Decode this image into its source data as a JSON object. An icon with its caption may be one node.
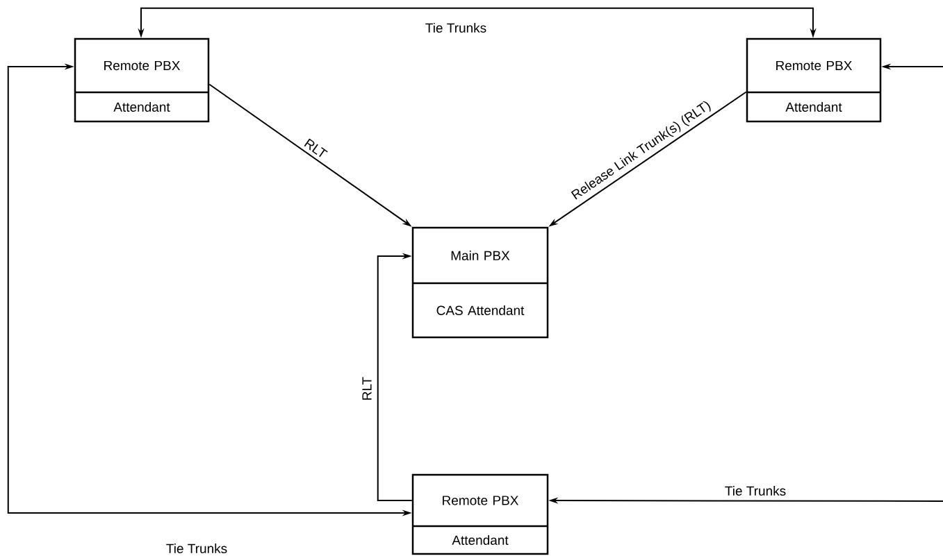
{
  "diagram": {
    "nodes": [
      {
        "text": [
          "Remote PBX",
          "Attendant"
        ]
      },
      {
        "text": [
          "Remote PBX",
          "Attendant"
        ]
      },
      {
        "text": [
          "Main PBX",
          "CAS Attendant"
        ]
      },
      {
        "text": [
          "Remote PBX",
          "Attendant"
        ]
      }
    ],
    "edges": [
      {
        "from": 0,
        "to": 1,
        "arrow": "both",
        "label": "Tie Trunks"
      },
      {
        "from": 0,
        "to": 2,
        "arrow": "to",
        "label": "RLT"
      },
      {
        "from": 1,
        "to": 2,
        "arrow": "to",
        "label": "Release Link Trunk(s) (RLT)"
      },
      {
        "from": 3,
        "to": 2,
        "arrow": "to",
        "label": "RLT"
      },
      {
        "from": 0,
        "to": 3,
        "arrow": "both",
        "label": "Tie Trunks"
      },
      {
        "from": null,
        "to": 1,
        "arrow": "to"
      },
      {
        "from": null,
        "to": 3,
        "arrow": "to",
        "label": "Tie Trunks"
      }
    ]
  }
}
